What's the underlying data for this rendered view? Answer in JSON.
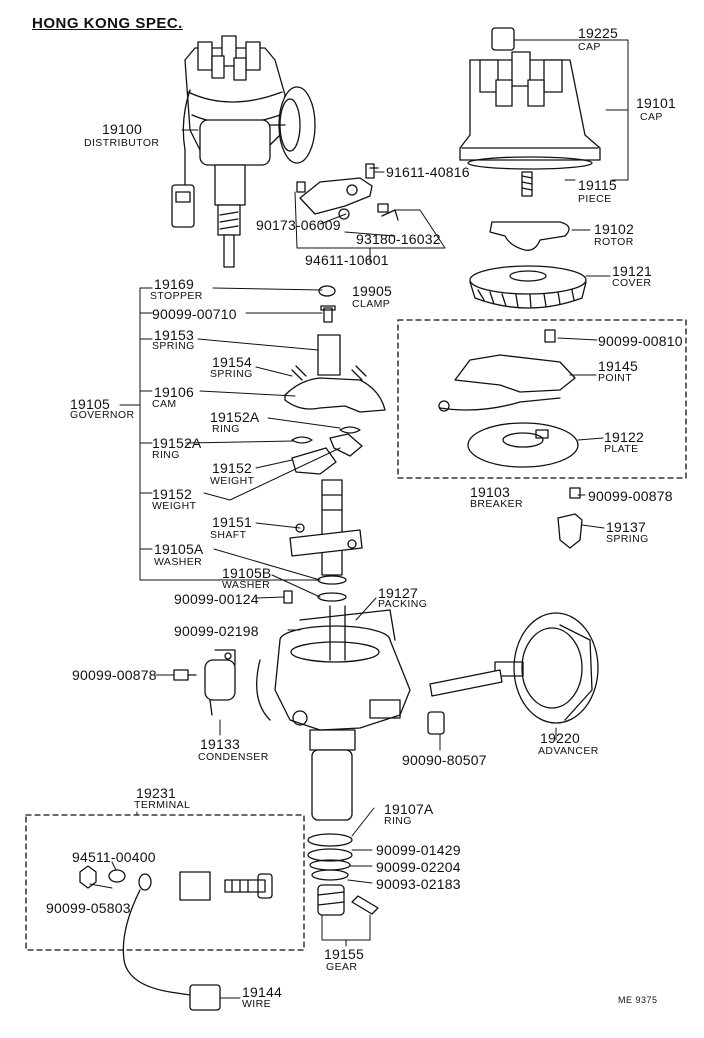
{
  "title": "HONG KONG SPEC.",
  "code": "ME 9375",
  "labels": {
    "l19225": "19225",
    "l19225n": "CAP",
    "l19101": "19101",
    "l19101n": "CAP",
    "l19100": "19100",
    "l19100n": "DISTRIBUTOR",
    "l91611": "91611-40816",
    "l19115": "19115",
    "l19115n": "PIECE",
    "l90173": "90173-06009",
    "l19102": "19102",
    "l19102n": "ROTOR",
    "l93180": "93180-16032",
    "l94611": "94611-10601",
    "l19121": "19121",
    "l19121n": "COVER",
    "l19905": "19905",
    "l19905n": "CLAMP",
    "l19169": "19169",
    "l19169n": "STOPPER",
    "l90710": "90099-00710",
    "l90810": "90099-00810",
    "l19153": "19153",
    "l19153n": "SPRING",
    "l19145": "19145",
    "l19145n": "POINT",
    "l19154": "19154",
    "l19154n": "SPRING",
    "l19105": "19105",
    "l19105n": "GOVERNOR",
    "l19106": "19106",
    "l19106n": "CAM",
    "l19152A1": "19152A",
    "l19152A1n": "RING",
    "l19122": "19122",
    "l19122n": "PLATE",
    "l19152A2": "19152A",
    "l19152A2n": "RING",
    "l19152a": "19152",
    "l19152an": "WEIGHT",
    "l19103": "19103",
    "l19103n": "BREAKER",
    "l90878a": "90099-00878",
    "l19152b": "19152",
    "l19152bn": "WEIGHT",
    "l19151": "19151",
    "l19151n": "SHAFT",
    "l19137": "19137",
    "l19137n": "SPRING",
    "l19105A": "19105A",
    "l19105An": "WASHER",
    "l19105B": "19105B",
    "l19105Bn": "WASHER",
    "l19127": "19127",
    "l19127n": "PACKING",
    "l90124": "90099-00124",
    "l92198": "90099-02198",
    "l90878b": "90099-00878",
    "l19133": "19133",
    "l19133n": "CONDENSER",
    "l80507": "90090-80507",
    "l19220": "19220",
    "l19220n": "ADVANCER",
    "l19231": "19231",
    "l19231n": "TERMINAL",
    "l19107A": "19107A",
    "l19107An": "RING",
    "l94511": "94511-00400",
    "l01429": "90099-01429",
    "l02204": "90099-02204",
    "l05803": "90099-05803",
    "l02183": "90093-02183",
    "l19155": "19155",
    "l19155n": "GEAR",
    "l19144": "19144",
    "l19144n": "WIRE"
  }
}
